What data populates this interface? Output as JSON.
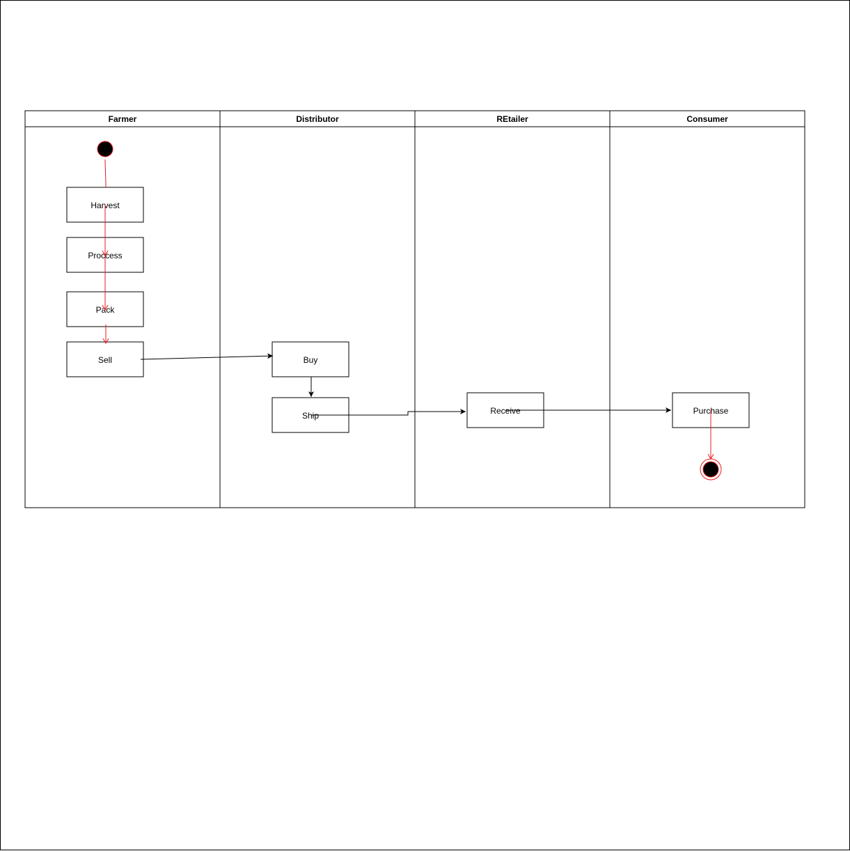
{
  "colors": {
    "stroke": "#000000",
    "flow_red": "#e41a1c",
    "fill": "#ffffff"
  },
  "lanes": [
    {
      "id": "farmer",
      "title": "Farmer"
    },
    {
      "id": "distributor",
      "title": "Distributor"
    },
    {
      "id": "retailer",
      "title": "REtailer"
    },
    {
      "id": "consumer",
      "title": "Consumer"
    }
  ],
  "nodes": {
    "harvest": "Harvest",
    "process": "Proccess",
    "pack": "Pack",
    "sell": "Sell",
    "buy": "Buy",
    "ship": "Ship",
    "receive": "Receive",
    "purchase": "Purchase"
  }
}
